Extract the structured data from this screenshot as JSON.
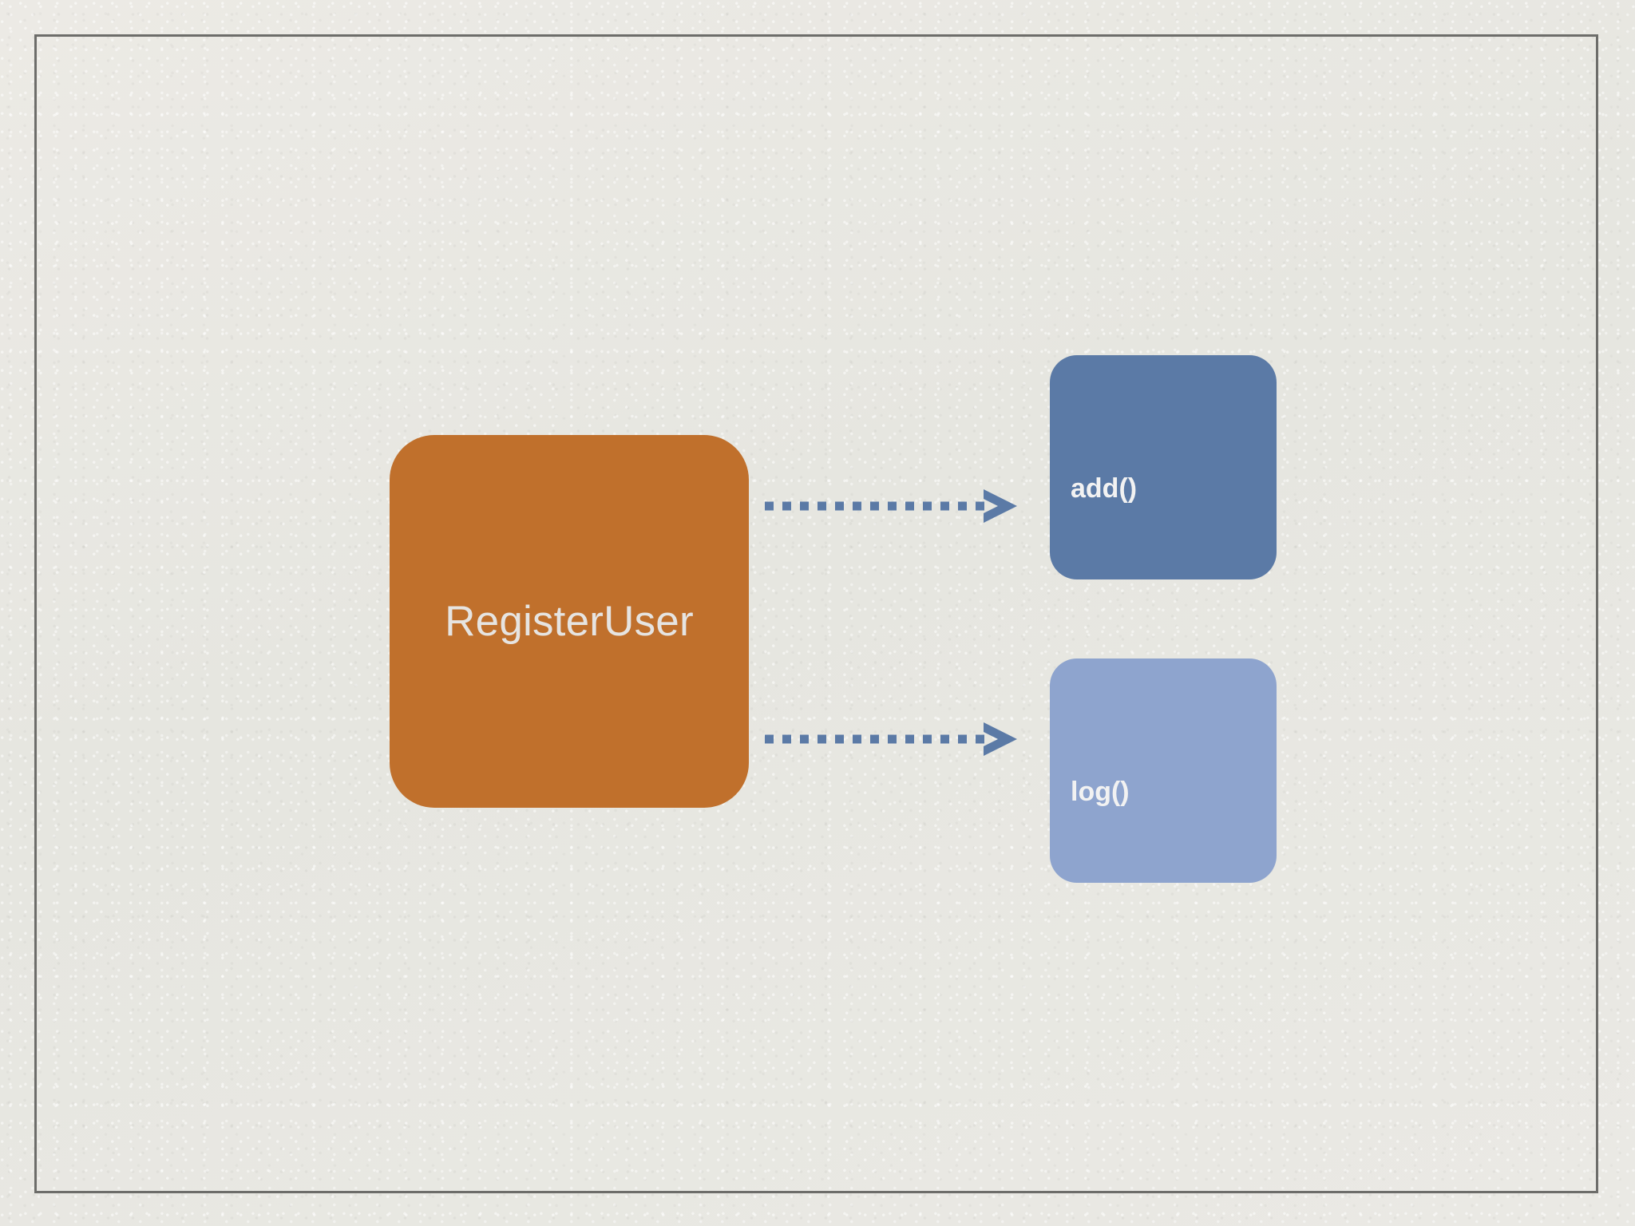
{
  "slide": {
    "background_color": "#e8e8e3",
    "frame_border_color": "#6d6d6a"
  },
  "diagram": {
    "type": "flow-diagram",
    "nodes": [
      {
        "id": "registeruser",
        "label": "RegisterUser",
        "role": "class",
        "fill": "#c0702c",
        "text_color": "#e6e4e1",
        "shape": "rounded-rectangle"
      },
      {
        "id": "add",
        "label": "add()",
        "role": "method",
        "fill": "#5b7aa6",
        "text_color": "#f2f2f2",
        "shape": "rounded-rectangle"
      },
      {
        "id": "log",
        "label": "log()",
        "role": "method",
        "fill": "#8ea4ce",
        "text_color": "#f2f2f2",
        "shape": "rounded-rectangle"
      }
    ],
    "edges": [
      {
        "id": "registeruser-to-add",
        "from": "registeruser",
        "to": "add",
        "style": "dotted",
        "arrowhead": "chevron",
        "color": "#5b7aa6"
      },
      {
        "id": "registeruser-to-log",
        "from": "registeruser",
        "to": "log",
        "style": "dotted",
        "arrowhead": "chevron",
        "color": "#5b7aa6"
      }
    ]
  }
}
